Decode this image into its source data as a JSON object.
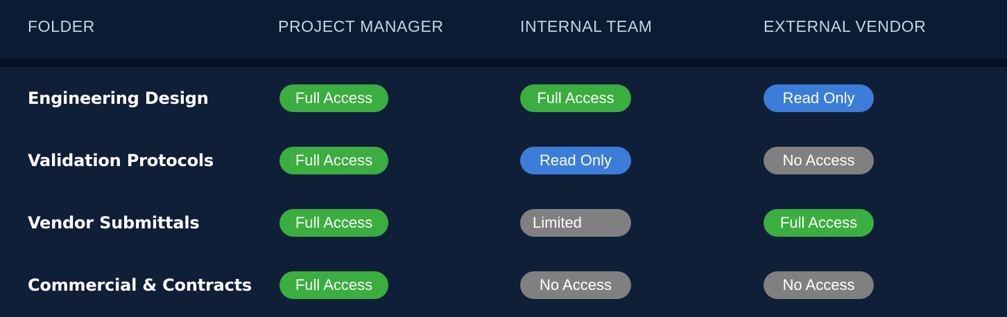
{
  "table": {
    "columns": [
      {
        "key": "folder",
        "label": "FOLDER"
      },
      {
        "key": "pm",
        "label": "PROJECT MANAGER"
      },
      {
        "key": "internal",
        "label": "INTERNAL TEAM"
      },
      {
        "key": "external",
        "label": "EXTERNAL VENDOR"
      }
    ],
    "rows": [
      {
        "folder": "Engineering Design",
        "pm": {
          "label": "Full Access",
          "status": "full"
        },
        "internal": {
          "label": "Full Access",
          "status": "full"
        },
        "external": {
          "label": "Read Only",
          "status": "read"
        }
      },
      {
        "folder": "Validation Protocols",
        "pm": {
          "label": "Full Access",
          "status": "full"
        },
        "internal": {
          "label": "Read Only",
          "status": "read"
        },
        "external": {
          "label": "No Access",
          "status": "none"
        }
      },
      {
        "folder": "Vendor Submittals",
        "pm": {
          "label": "Full Access",
          "status": "full"
        },
        "internal": {
          "label": "Limited",
          "status": "limited"
        },
        "external": {
          "label": "Full Access",
          "status": "full"
        }
      },
      {
        "folder": "Commercial & Contracts",
        "pm": {
          "label": "Full Access",
          "status": "full"
        },
        "internal": {
          "label": "No Access",
          "status": "none"
        },
        "external": {
          "label": "No Access",
          "status": "none"
        }
      }
    ]
  },
  "colors": {
    "header_background": "#0a1c33",
    "header_rule": "#030f22",
    "body_background": "#101f38",
    "header_text": "#c5d4e3",
    "folder_text": "#ffffff",
    "status_full": "#3aae3f",
    "status_read": "#3b7dd8",
    "status_none": "#808080",
    "status_limited": "#808080",
    "pill_text": "#ffffff"
  }
}
